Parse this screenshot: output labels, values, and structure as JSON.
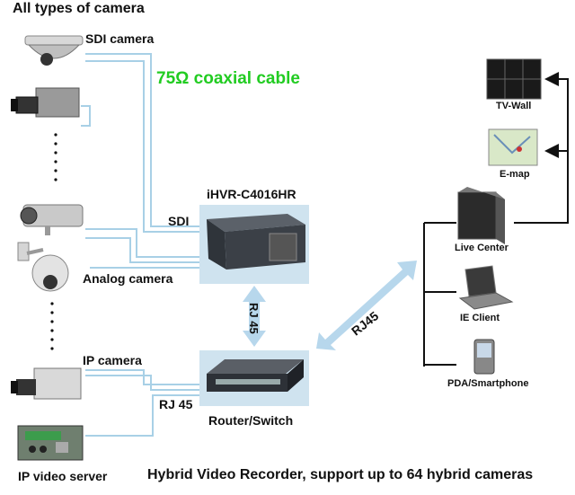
{
  "labels": {
    "all_types": "All types of camera",
    "sdi_camera": "SDI camera",
    "coax_cable": "75Ω coaxial cable",
    "recorder_model": "iHVR-C4016HR",
    "sdi": "SDI",
    "analog_camera": "Analog camera",
    "rj45_vertical": "RJ 45",
    "rj45_diagonal": "RJ45",
    "ip_camera": "IP camera",
    "rj45_left": "RJ 45",
    "router_switch": "Router/Switch",
    "ip_video_server": "IP video server",
    "caption": "Hybrid Video Recorder, support up to 64 hybrid cameras",
    "tv_wall": "TV-Wall",
    "e_map": "E-map",
    "live_center": "Live Center",
    "ie_client": "IE Client",
    "pda_smartphone": "PDA/Smartphone"
  },
  "colors": {
    "cable": "#a8d0e6",
    "arrow": "#b7d7ec",
    "tree_line": "#111111",
    "coax_text": "#22cc22",
    "device_bg": "#cfe3ef"
  }
}
